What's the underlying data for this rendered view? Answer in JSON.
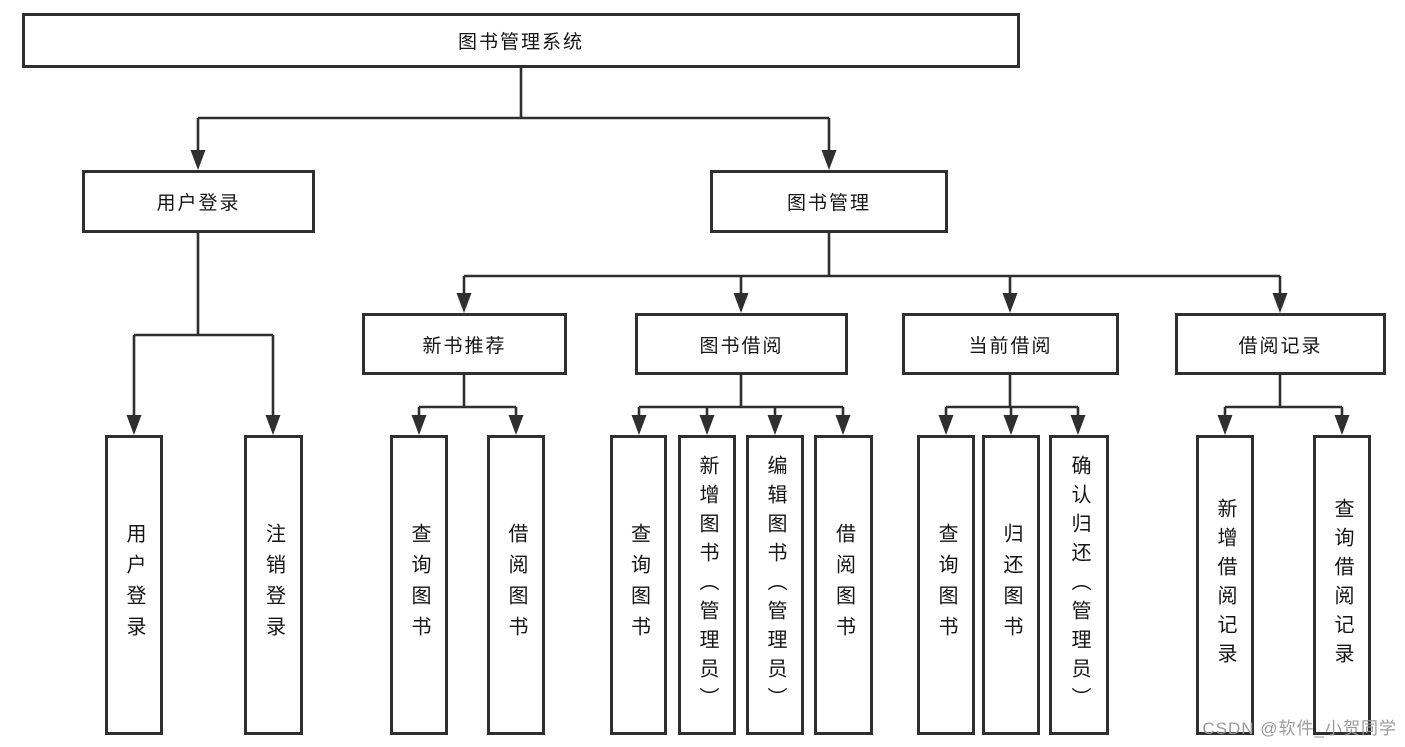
{
  "diagram": {
    "title": "图书管理系统",
    "tree": {
      "label": "图书管理系统",
      "children": [
        {
          "label": "用户登录",
          "children": [
            {
              "label": "用户登录"
            },
            {
              "label": "注销登录"
            }
          ]
        },
        {
          "label": "图书管理",
          "children": [
            {
              "label": "新书推荐",
              "children": [
                {
                  "label": "查询图书"
                },
                {
                  "label": "借阅图书"
                }
              ]
            },
            {
              "label": "图书借阅",
              "children": [
                {
                  "label": "查询图书"
                },
                {
                  "label": "新增图书（管理员）"
                },
                {
                  "label": "编辑图书（管理员）"
                },
                {
                  "label": "借阅图书"
                }
              ]
            },
            {
              "label": "当前借阅",
              "children": [
                {
                  "label": "查询图书"
                },
                {
                  "label": "归还图书"
                },
                {
                  "label": "确认归还（管理员）"
                }
              ]
            },
            {
              "label": "借阅记录",
              "children": [
                {
                  "label": "新增借阅记录"
                },
                {
                  "label": "查询借阅记录"
                }
              ]
            }
          ]
        }
      ]
    },
    "colors": {
      "line": "#2f2f2f",
      "text": "#151515",
      "background": "#ffffff",
      "watermark": "#9b9b9b"
    }
  },
  "watermark": {
    "text": "CSDN @软件_小贺同学"
  }
}
